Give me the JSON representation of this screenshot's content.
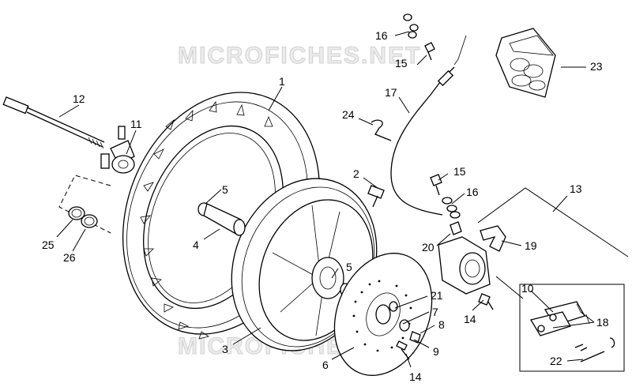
{
  "watermark": "MICROFICHES.NET",
  "callouts": [
    "1",
    "2",
    "3",
    "4",
    "5",
    "5",
    "6",
    "7",
    "8",
    "9",
    "10",
    "11",
    "12",
    "13",
    "14",
    "14",
    "15",
    "15",
    "16",
    "16",
    "17",
    "18",
    "19",
    "20",
    "21",
    "22",
    "23",
    "24",
    "25",
    "26"
  ]
}
